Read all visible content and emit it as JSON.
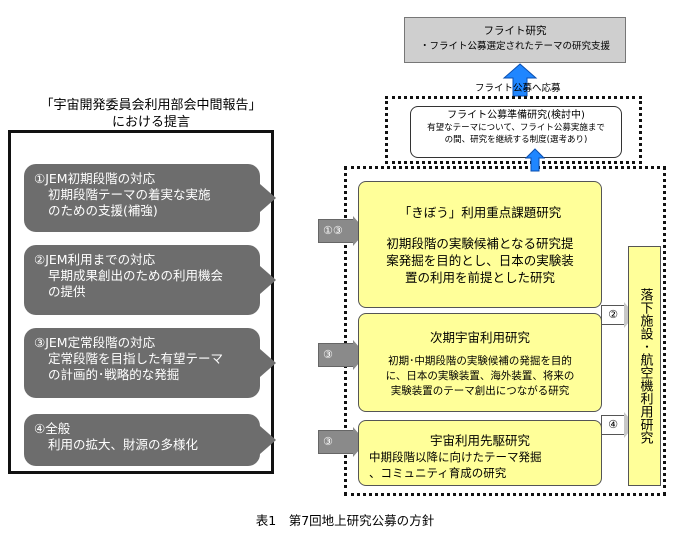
{
  "left": {
    "heading_line1": "「宇宙開発委員会利用部会中間報告」",
    "heading_line2": "における提言",
    "items": [
      {
        "line1": "①JEM初期段階の対応",
        "line2": "初期段階テーマの着実な実施",
        "line3": "のための支援(補強)"
      },
      {
        "line1": "②JEM利用までの対応",
        "line2": "早期成果創出のための利用機会",
        "line3": "の提供"
      },
      {
        "line1": "③JEM定常段階の対応",
        "line2": "定常段階を目指した有望テーマ",
        "line3": "の計画的･戦略的な発掘"
      },
      {
        "line1": "④全般",
        "line2": "利用の拡大、財源の多様化",
        "line3": ""
      }
    ]
  },
  "flight": {
    "title": "フライト研究",
    "subtitle": "・フライト公募選定されたテーマの研究支援",
    "arrow_label": "フライト公募へ応募"
  },
  "prep": {
    "title": "フライト公募準備研究(検討中)",
    "line1": "有望なテーマについて、フライト公募実施まで",
    "line2": "の間、研究を継続する制度(選考あり)"
  },
  "research": [
    {
      "chip": "①③",
      "title": "「きぼう」利用重点課題研究",
      "line1": "初期段階の実験候補となる研究提",
      "line2": "案発掘を目的とし、日本の実験装",
      "line3": "置の利用を前提とした研究"
    },
    {
      "chip": "③",
      "title": "次期宇宙利用研究",
      "line1": "初期･中期段階の実験候補の発掘を目的",
      "line2": "に、日本の実験装置、海外装置、将来の",
      "line3": "実験装置のテーマ創出につながる研究"
    },
    {
      "chip": "③",
      "title": "宇宙利用先駆研究",
      "line1": "中期段階以降に向けたテーマ発掘",
      "line2": "、コミュニティ育成の研究",
      "line3": ""
    }
  ],
  "side_chips": [
    "②",
    "④"
  ],
  "vertical_box": "落下施設･航空機利用研究",
  "caption": "表1　第7回地上研究公募の方針",
  "colors": {
    "gray": "#6d6d6d",
    "yellow": "#ffff99",
    "blue_arrow": "#1f86ff"
  }
}
